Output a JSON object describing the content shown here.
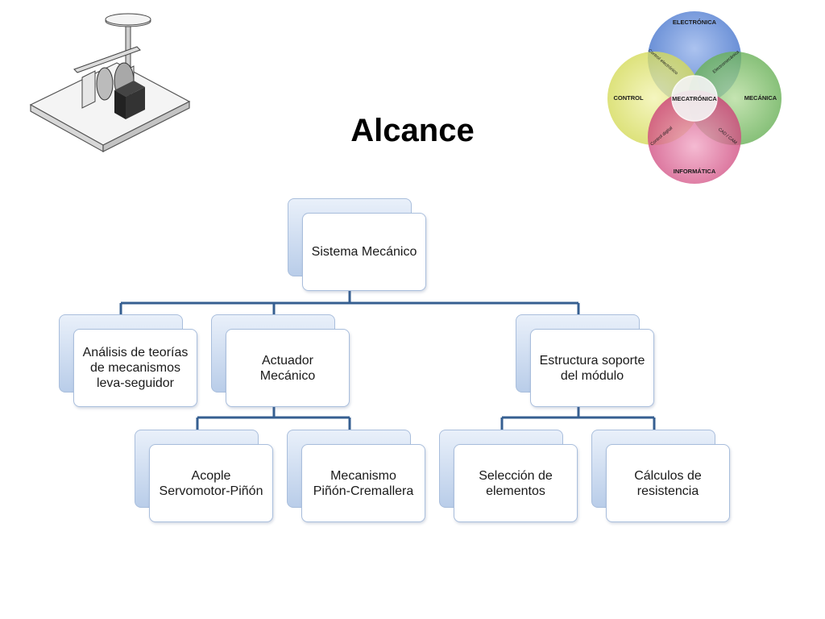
{
  "title": "Alcance",
  "venn": {
    "center": "MECATRÓNICA",
    "top": "ELECTRÓNICA",
    "left": "CONTROL",
    "right": "MECÁNICA",
    "bottom": "INFORMÁTICA",
    "overlap_top_left": "Control electrónico",
    "overlap_top_right": "Electromecánica",
    "overlap_bottom_left": "Control digital",
    "overlap_bottom_right": "CAD / CAM",
    "colors": {
      "top": "#3f6fc9",
      "left": "#cfd64a",
      "right": "#5aa84a",
      "bottom": "#c93a72"
    }
  },
  "tree": {
    "root": "Sistema Mecánico",
    "level1": [
      "Análisis de teorías\nde mecanismos\nleva-seguidor",
      "Actuador\nMecánico",
      "Estructura soporte\ndel módulo"
    ],
    "level2_actuator": [
      "Acople\nServomotor-Piñón",
      "Mecanismo\nPiñón-Cremallera"
    ],
    "level2_structure": [
      "Selección de\nelementos",
      "Cálculos de\nresistencia"
    ]
  },
  "colors": {
    "connector": "#365f91",
    "box_border": "#a9bedc"
  }
}
